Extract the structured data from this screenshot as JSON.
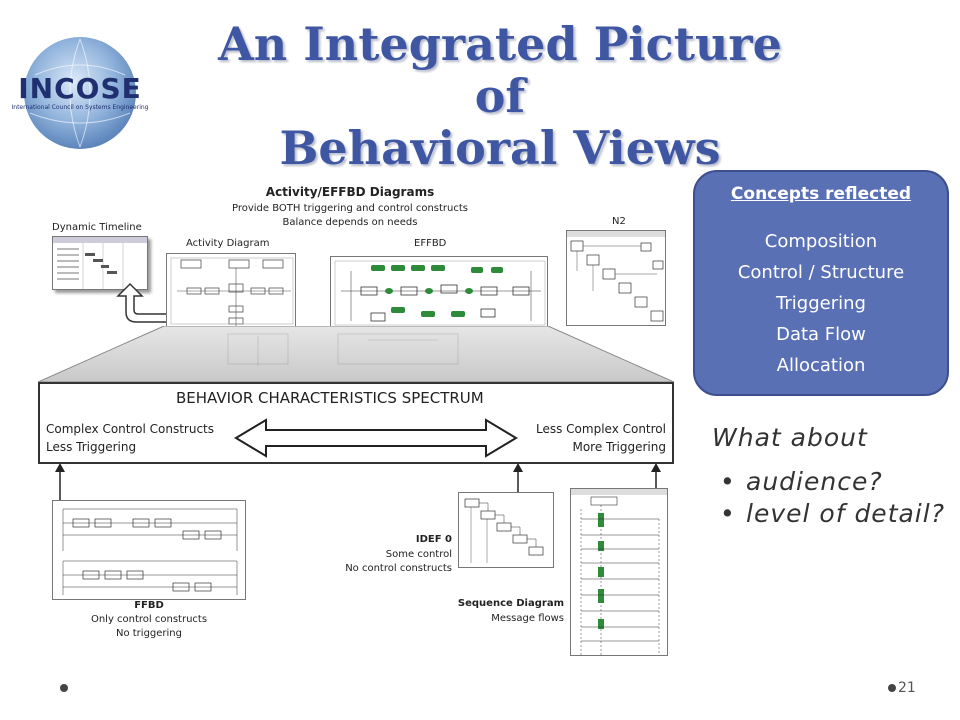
{
  "slide": {
    "title_line1": "An Integrated Picture of",
    "title_line2": "Behavioral Views",
    "page_number": "21"
  },
  "logo": {
    "text": "INCOSE",
    "subtext": "International Council on Systems Engineering"
  },
  "diagram": {
    "activity_heading": "Activity/EFFBD Diagrams",
    "activity_sub1": "Provide BOTH triggering and control constructs",
    "activity_sub2": "Balance depends on needs",
    "dynamic_timeline": "Dynamic Timeline",
    "activity_diagram": "Activity Diagram",
    "effbd": "EFFBD",
    "n2": "N2",
    "spectrum_title": "BEHAVIOR CHARACTERISTICS SPECTRUM",
    "left_line1": "Complex Control Constructs",
    "left_line2": "Less Triggering",
    "right_line1": "Less Complex Control",
    "right_line2": "More Triggering",
    "ffbd_title": "FFBD",
    "ffbd_sub1": "Only control constructs",
    "ffbd_sub2": "No triggering",
    "idef0_title": "IDEF 0",
    "idef0_sub1": "Some control",
    "idef0_sub2": "No control constructs",
    "seq_title": "Sequence Diagram",
    "seq_sub": "Message flows"
  },
  "concepts": {
    "heading": "Concepts reflected",
    "items": [
      "Composition",
      "Control / Structure",
      "Triggering",
      "Data Flow",
      "Allocation"
    ]
  },
  "questions": {
    "lead": "What about",
    "bullets": [
      "audience?",
      "level of detail?"
    ]
  },
  "colors": {
    "title": "#3f56a3",
    "concepts_fill": "#5a70b5",
    "effbd_green": "#2e8b3a"
  }
}
